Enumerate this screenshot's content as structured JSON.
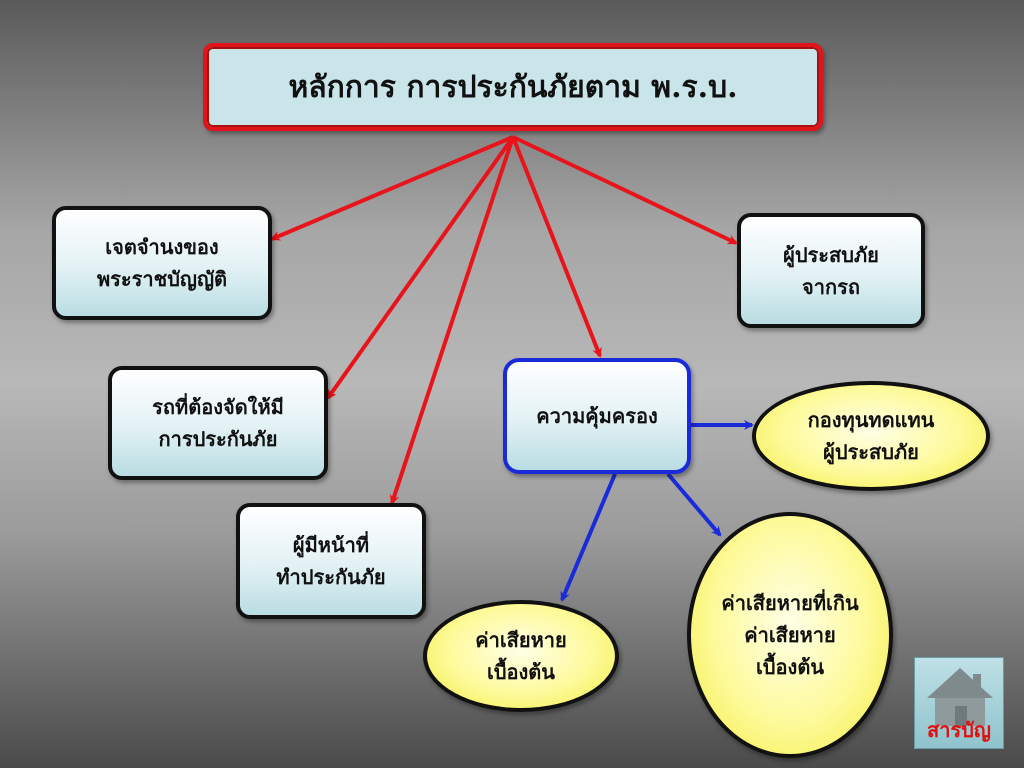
{
  "title": "หลักการ การประกันภัยตาม พ.ร.บ.",
  "nodes": {
    "intent": "เจตจำนงของ\nพระราชบัญญัติ",
    "victim": "ผู้ประสบภัย\nจากรถ",
    "vehicles": "รถที่ต้องจัดให้มี\nการประกันภัย",
    "coverage": "ความคุ้มครอง",
    "fund": "กองทุนทดแทน\nผู้ประสบภัย",
    "duty": "ผู้มีหน้าที่\nทำประกันภัย",
    "initial_damage": "ค่าเสียหาย\nเบื้องต้น",
    "excess_damage": "ค่าเสียหายที่เกิน\nค่าเสียหาย\nเบื้องต้น"
  },
  "home_button": {
    "label": "สารบัญ",
    "icon": "home-icon"
  },
  "colors": {
    "red_arrow": "#e8141b",
    "blue_arrow": "#1a2bd9",
    "title_fill": "#c9e5ea",
    "ellipse_fill": "#fdfa9a"
  }
}
